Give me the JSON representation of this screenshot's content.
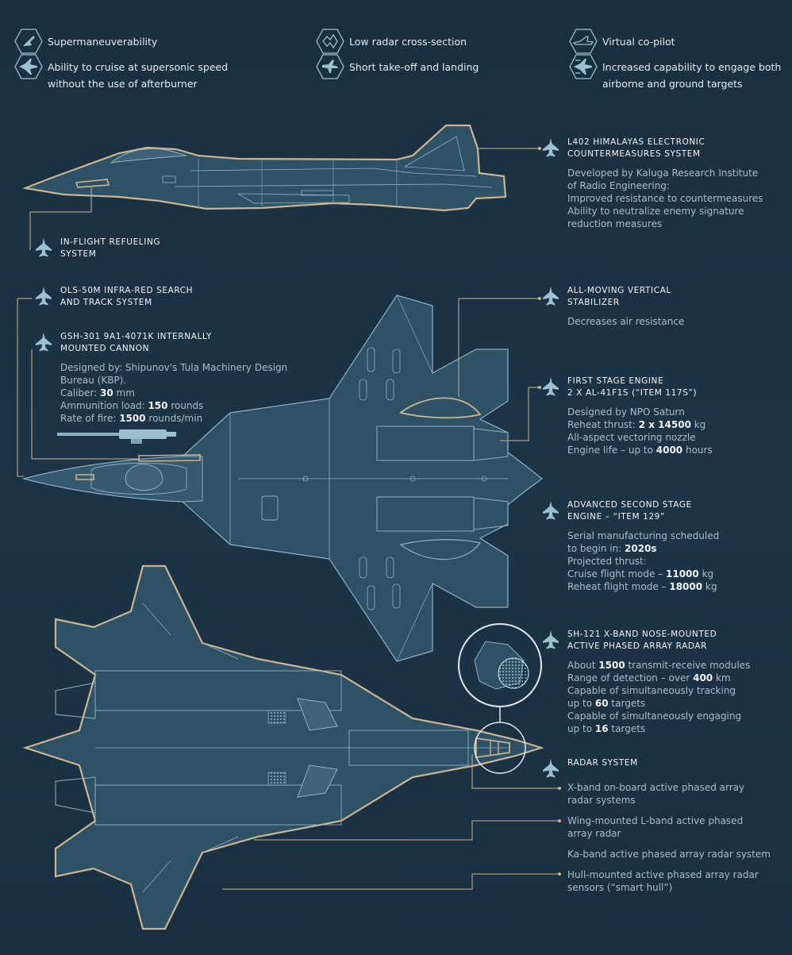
{
  "features": [
    {
      "label": "Supermaneuverability",
      "icon": "jet-top-icon"
    },
    {
      "label": "Ability to cruise at supersonic speed\nwithout the use of afterburner",
      "icon": "jet-supersonic-icon"
    },
    {
      "label": "Low radar cross-section",
      "icon": "stealth-icon"
    },
    {
      "label": "Short take-off and landing",
      "icon": "jet-takeoff-icon"
    },
    {
      "label": "Virtual co-pilot",
      "icon": "jet-side-icon"
    },
    {
      "label": "Increased capability to engage both\nairborne and ground targets",
      "icon": "jet-weapons-icon"
    }
  ],
  "callouts": {
    "ecm": {
      "title": "L402 Himalayas electronic\ncountermeasures system",
      "lines": [
        "Developed by Kaluga Research Institute",
        "of Radio Engineering:",
        "Improved resistance to countermeasures",
        "Ability to neutralize enemy signature",
        "reduction measures"
      ]
    },
    "refuel": {
      "title": "In-flight refueling\nsystem"
    },
    "ols": {
      "title": "OLS-50M infra-red search\nand track system"
    },
    "cannon": {
      "title": "GSh-301 9A1-4071K internally\nmounted cannon",
      "lines": [
        {
          "t": "Designed by: Shipunov's Tula Machinery Design"
        },
        {
          "t": "Bureau (KBP)."
        },
        {
          "p": "Caliber: ",
          "b": "30",
          "s": " mm"
        },
        {
          "p": "Ammunition load: ",
          "b": "150",
          "s": " rounds"
        },
        {
          "p": "Rate of fire: ",
          "b": "1500",
          "s": " rounds/min"
        }
      ]
    },
    "stab": {
      "title": "All-moving vertical\nstabilizer",
      "lines": [
        "Decreases air resistance"
      ]
    },
    "engine1": {
      "title": "First stage engine\n2 x AL-41F1S (“item 117S”)",
      "lines": [
        {
          "t": "Designed by NPO Saturn"
        },
        {
          "p": "Reheat thrust: ",
          "b": "2 x 14500",
          "s": " kg"
        },
        {
          "t": "All-aspect vectoring nozzle"
        },
        {
          "p": "Engine life – up to ",
          "b": "4000",
          "s": " hours"
        }
      ]
    },
    "engine2": {
      "title": "Advanced second stage\nengine – “item 129”",
      "lines": [
        {
          "t": "Serial manufacturing scheduled"
        },
        {
          "p": "to begin in: ",
          "b": "2020s",
          "s": ""
        },
        {
          "t": "Projected thrust:"
        },
        {
          "p": "Cruise flight mode – ",
          "b": "11000",
          "s": " kg"
        },
        {
          "p": "Reheat flight mode – ",
          "b": "18000",
          "s": " kg"
        }
      ]
    },
    "radar121": {
      "title": "Sh-121 X-band nose-mounted\nactive phased array radar",
      "lines": [
        {
          "p": "About ",
          "b": "1500",
          "s": " transmit-receive modules"
        },
        {
          "p": "Range of detection – over ",
          "b": "400",
          "s": " km"
        },
        {
          "t": "Capable of simultaneously tracking"
        },
        {
          "p": "up to ",
          "b": "60",
          "s": " targets"
        },
        {
          "t": "Capable of simultaneously engaging"
        },
        {
          "p": "up to ",
          "b": "16",
          "s": " targets"
        }
      ]
    },
    "radar": {
      "title": "Radar system",
      "items": [
        "X-band on-board active phased array\nradar systems",
        "Wing-mounted L-band active phased\narray radar",
        "Ka-band active phased array radar system",
        "Hull-mounted active phased array radar\nsensors (“smart hull”)"
      ]
    }
  },
  "colors": {
    "bg": "#1c3345",
    "airframe": "#2f5166",
    "airframe_light": "#3e6379",
    "line": "#8fb0c2",
    "accent": "#c9b591",
    "icon": "#9cc0cf"
  }
}
